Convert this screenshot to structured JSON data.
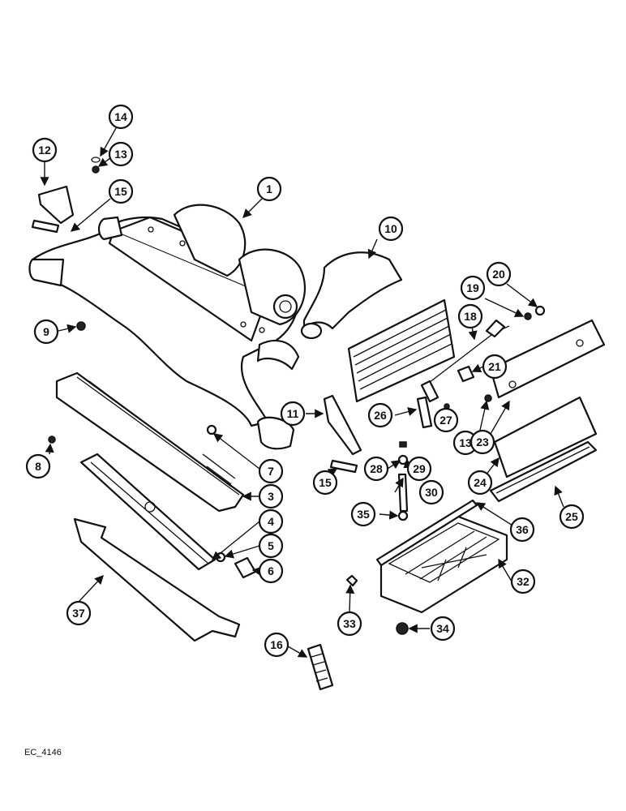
{
  "diagram": {
    "reference_code": "EC_4146",
    "callouts": [
      "1",
      "3",
      "4",
      "5",
      "6",
      "7",
      "8",
      "9",
      "10",
      "11",
      "12",
      "13",
      "13",
      "14",
      "15",
      "15",
      "16",
      "18",
      "19",
      "20",
      "21",
      "23",
      "24",
      "25",
      "26",
      "27",
      "28",
      "29",
      "30",
      "32",
      "33",
      "34",
      "35",
      "36",
      "37"
    ]
  }
}
